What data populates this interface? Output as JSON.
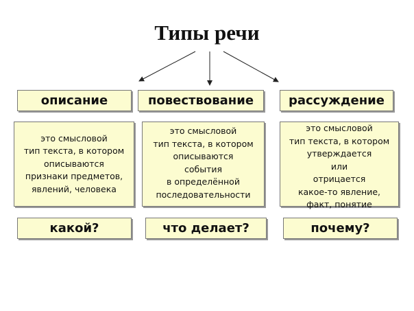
{
  "title": "Типы речи",
  "types": [
    {
      "name": "описание",
      "description": [
        "это смысловой",
        "тип текста, в котором",
        "описываются",
        "признаки предметов,",
        "явлений, человека"
      ],
      "question": "какой?"
    },
    {
      "name": "повествование",
      "description": [
        "это смысловой",
        "тип текста, в котором",
        "описываются",
        "события",
        "в определённой",
        "последовательности"
      ],
      "question": "что делает?"
    },
    {
      "name": "рассуждение",
      "description": [
        "это смысловой",
        "тип текста, в котором",
        "утверждается",
        "или",
        "отрицается",
        "какое-то явление,",
        "факт, понятие"
      ],
      "question": "почему?"
    }
  ]
}
